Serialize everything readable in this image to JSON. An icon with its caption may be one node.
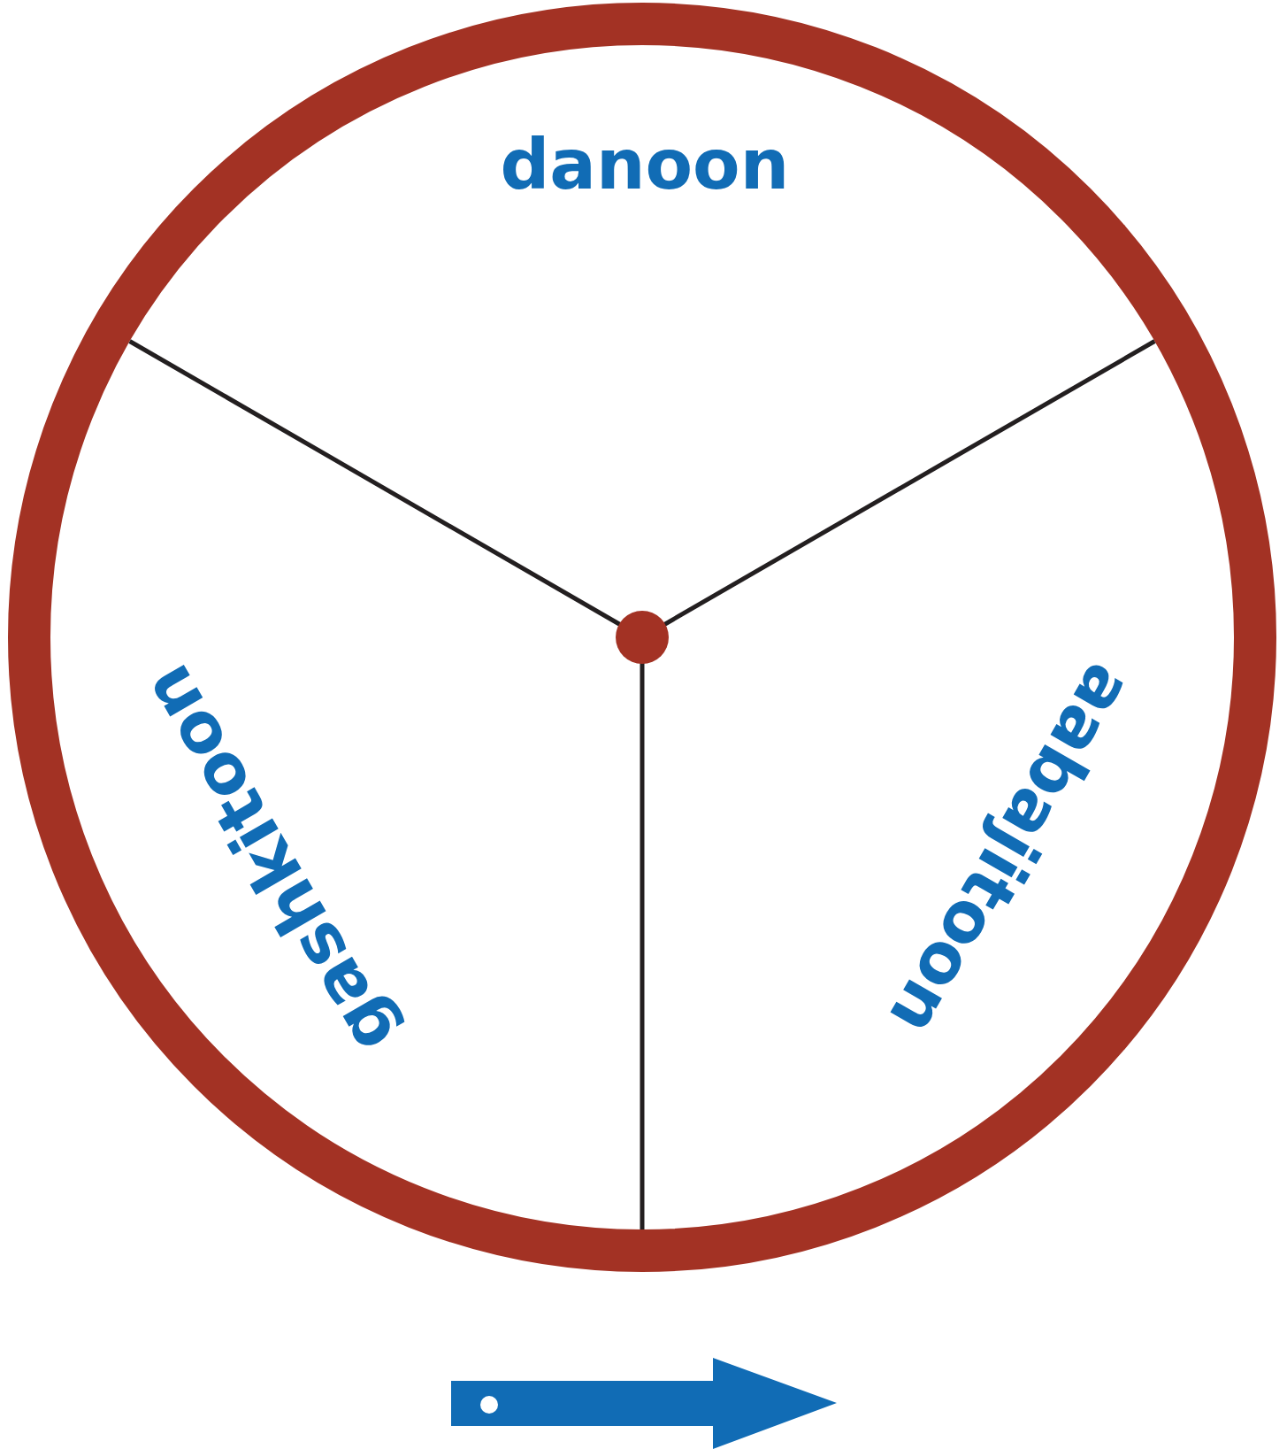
{
  "diagram": {
    "labels": [
      "danoon",
      "gashkitoon",
      "aabajitoon"
    ]
  }
}
